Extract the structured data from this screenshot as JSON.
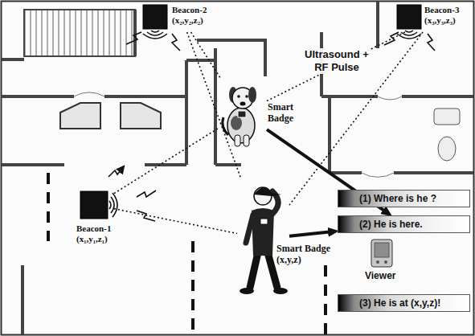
{
  "diagram": {
    "nodes": [
      {
        "text": [
          "Beacon-2",
          "(x₂,y₂,z₂)"
        ]
      },
      {
        "text": [
          "Beacon-3",
          "(x₃,y₃,z₃)"
        ]
      },
      {
        "text": [
          "Smart Badge"
        ]
      },
      {
        "text": [
          "(1) Where is he ?"
        ]
      },
      {
        "text": [
          "(2) He is here."
        ]
      },
      {
        "text": [
          "Beacon-1",
          "(x₁,y₁,z₁)"
        ]
      },
      {
        "text": [
          "Smart Badge",
          "(x,y,z)"
        ]
      },
      {
        "text": [
          "Viewer"
        ]
      },
      {
        "text": [
          "(3) He is at (x,y,z)!"
        ]
      }
    ],
    "edges": [
      {
        "from": 0,
        "to": 2,
        "arrow": "none"
      },
      {
        "from": 0,
        "to": 6,
        "arrow": "none"
      },
      {
        "from": 1,
        "to": 2,
        "arrow": "none"
      },
      {
        "from": 1,
        "to": 6,
        "arrow": "none"
      },
      {
        "from": 5,
        "to": 2,
        "arrow": "none"
      },
      {
        "from": 5,
        "to": 6,
        "arrow": "none"
      },
      {
        "from": 2,
        "to": 4,
        "arrow": "to"
      },
      {
        "from": 6,
        "to": 4,
        "arrow": "to"
      }
    ],
    "labels": [
      "Ultrasound + RF Pulse"
    ]
  }
}
